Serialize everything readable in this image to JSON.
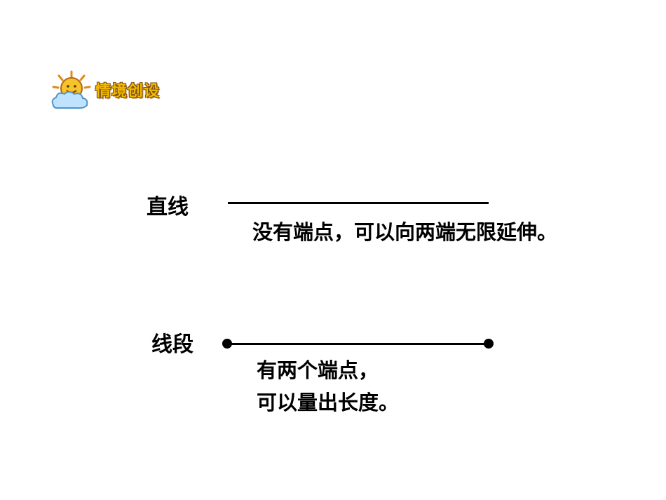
{
  "header": {
    "badge_title": "情境创设",
    "badge_icon": "sun-cloud-icon"
  },
  "concepts": {
    "straight_line": {
      "term": "直线",
      "description": "没有端点，可以向两端无限延伸。"
    },
    "line_segment": {
      "term": "线段",
      "description_line1": "有两个端点，",
      "description_line2": "可以量出长度。"
    }
  },
  "colors": {
    "badge_text": "#f0b800",
    "badge_outline": "#7a4a12",
    "sun": "#f6c32a",
    "cloud": "#bfe3ff",
    "line": "#000000"
  }
}
